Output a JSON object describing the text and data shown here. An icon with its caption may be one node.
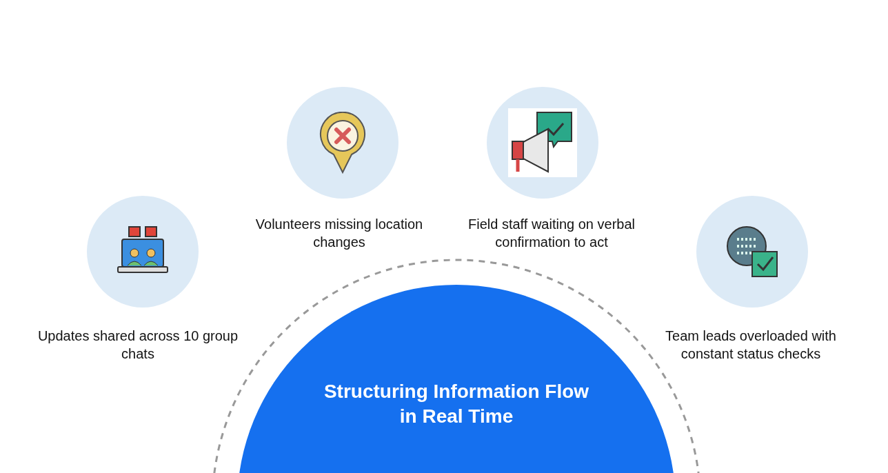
{
  "diagram": {
    "nodes": [
      {
        "text": [
          "Volunteers missing location changes"
        ]
      },
      {
        "text": [
          "Field staff waiting on verbal confirmation to act"
        ]
      },
      {
        "text": [
          "Updates shared across 10 group chats"
        ]
      },
      {
        "text": [
          "Team leads overloaded with constant status checks"
        ]
      },
      {
        "text": [
          "Structuring Information Flow in Real Time"
        ]
      }
    ]
  }
}
